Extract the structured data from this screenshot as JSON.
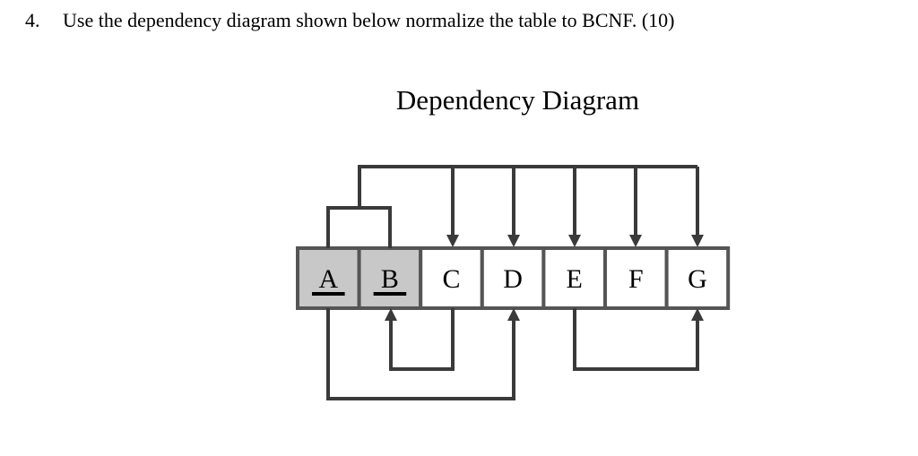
{
  "question": {
    "number": "4.",
    "text": "Use the dependency diagram shown below normalize the table to BCNF. (10)"
  },
  "diagram": {
    "title": "Dependency Diagram",
    "attributes": [
      {
        "name": "A",
        "key": true
      },
      {
        "name": "B",
        "key": true
      },
      {
        "name": "C",
        "key": false
      },
      {
        "name": "D",
        "key": false
      },
      {
        "name": "E",
        "key": false
      },
      {
        "name": "F",
        "key": false
      },
      {
        "name": "G",
        "key": false
      }
    ],
    "dependencies": [
      {
        "from": [
          "A",
          "B"
        ],
        "to": [
          "C",
          "D",
          "E",
          "F",
          "G"
        ],
        "type": "full"
      },
      {
        "from": [
          "C"
        ],
        "to": [
          "B"
        ],
        "type": "transitive"
      },
      {
        "from": [
          "A"
        ],
        "to": [
          "D"
        ],
        "type": "partial"
      },
      {
        "from": [
          "E"
        ],
        "to": [
          "G"
        ],
        "type": "transitive"
      }
    ],
    "key_fill": "#c8c8c8",
    "line_color": "#3a3a3a"
  }
}
